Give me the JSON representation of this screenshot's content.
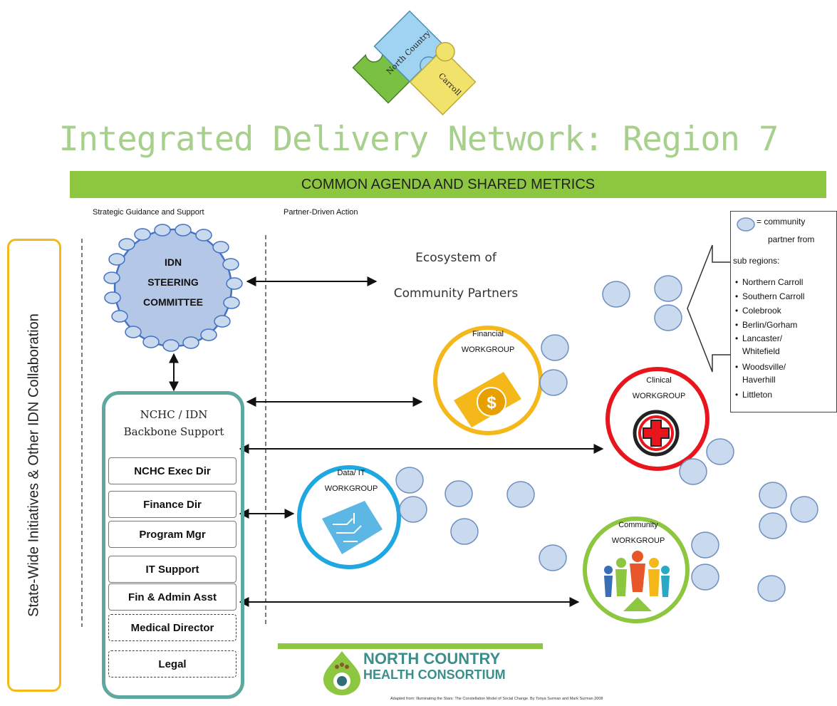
{
  "puzzle": {
    "piece_north": "North Country",
    "piece_carroll": "Carroll"
  },
  "title": "Integrated Delivery Network: Region 7",
  "banner": "COMMON AGENDA AND SHARED METRICS",
  "headers": {
    "left": "Strategic Guidance and Support",
    "right": "Partner-Driven Action"
  },
  "side_label": "State-Wide  Initiatives & Other IDN Collaboration",
  "steering": {
    "line1": "IDN",
    "line2": "STEERING",
    "line3": "COMMITTEE"
  },
  "ecosystem": {
    "line1": "Ecosystem of",
    "line2": "Community Partners"
  },
  "backbone": {
    "title1": "NCHC / IDN",
    "title2": "Backbone Support",
    "roles": [
      "NCHC Exec Dir",
      "Finance Dir",
      "Program Mgr",
      "IT Support",
      "Fin & Admin Asst",
      "Medical Director",
      "Legal"
    ]
  },
  "workgroups": {
    "financial": {
      "name": "Financial",
      "suffix": "WORKGROUP",
      "color": "#f5b81a"
    },
    "clinical": {
      "name": "Clinical",
      "suffix": "WORKGROUP",
      "color": "#e8161c"
    },
    "data_it": {
      "name": "Data/ IT",
      "suffix": "WORKGROUP",
      "color": "#1ea7e1"
    },
    "community": {
      "name": "Community",
      "suffix": "WORKGROUP",
      "color": "#8dc63f"
    }
  },
  "legend": {
    "line1": "= community",
    "line2": "partner from",
    "line3": "sub regions:",
    "items": [
      "Northern Carroll",
      "Southern Carroll",
      "Colebrook",
      "Berlin/Gorham",
      "Lancaster/",
      "Whitefield",
      "Woodsville/",
      "Haverhill",
      "Littleton"
    ]
  },
  "nchc": {
    "line1": "NORTH COUNTRY",
    "line2": "HEALTH CONSORTIUM"
  },
  "credit": "Adapted from: Illuminating the Stars: The Constellation Model of Social Change. By Tonya Surman and Mark Surman 2008",
  "colors": {
    "title": "#a8d08d",
    "banner": "#8dc63f",
    "steering_fill": "#b4c7e7",
    "bubble": "#c9d9ee",
    "backbone_border": "#5fa89f",
    "outline_box": "#f5b81a"
  }
}
